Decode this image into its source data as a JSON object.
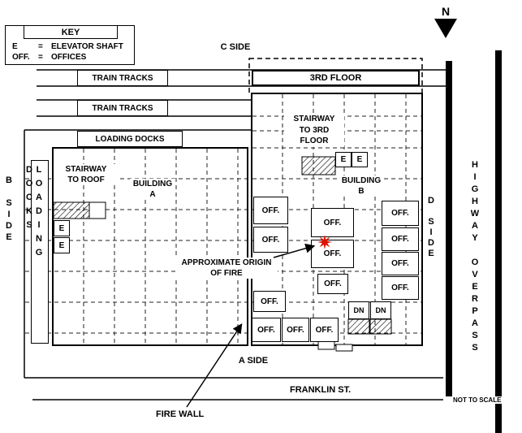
{
  "key": {
    "title": "KEY",
    "rows": [
      {
        "symbol": "E",
        "equals": "=",
        "definition": "ELEVATOR SHAFT"
      },
      {
        "symbol": "OFF.",
        "equals": "=",
        "definition": "OFFICES"
      }
    ]
  },
  "compass": {
    "label": "N"
  },
  "sides": {
    "a": "A SIDE",
    "b": "B SIDE",
    "c": "C SIDE",
    "d": "D SIDE"
  },
  "bands": {
    "third_floor": "3RD FLOOR",
    "train_tracks_upper": "TRAIN TRACKS",
    "train_tracks_lower": "TRAIN TRACKS",
    "loading_docks": "LOADING DOCKS"
  },
  "areas": {
    "loading_docks_side": "LOADING DOCKS",
    "building_a": "BUILDING\nA",
    "building_b": "BUILDING\nB",
    "stairway_roof": "STAIRWAY\nTO ROOF",
    "stairway_third": "STAIRWAY\nTO 3RD\nFLOOR",
    "highway": "HIGHWAY OVERPASS"
  },
  "rooms": {
    "office": "OFF.",
    "elevator": "E",
    "down": "DN"
  },
  "annotations": {
    "fire_origin": "APPROXIMATE ORIGIN\nOF FIRE",
    "fire_wall": "FIRE WALL",
    "street": "FRANKLIN ST.",
    "not_to_scale": "NOT TO SCALE"
  },
  "colors": {
    "fire_marker": "#dd1100",
    "line": "#000000",
    "background": "#ffffff"
  }
}
